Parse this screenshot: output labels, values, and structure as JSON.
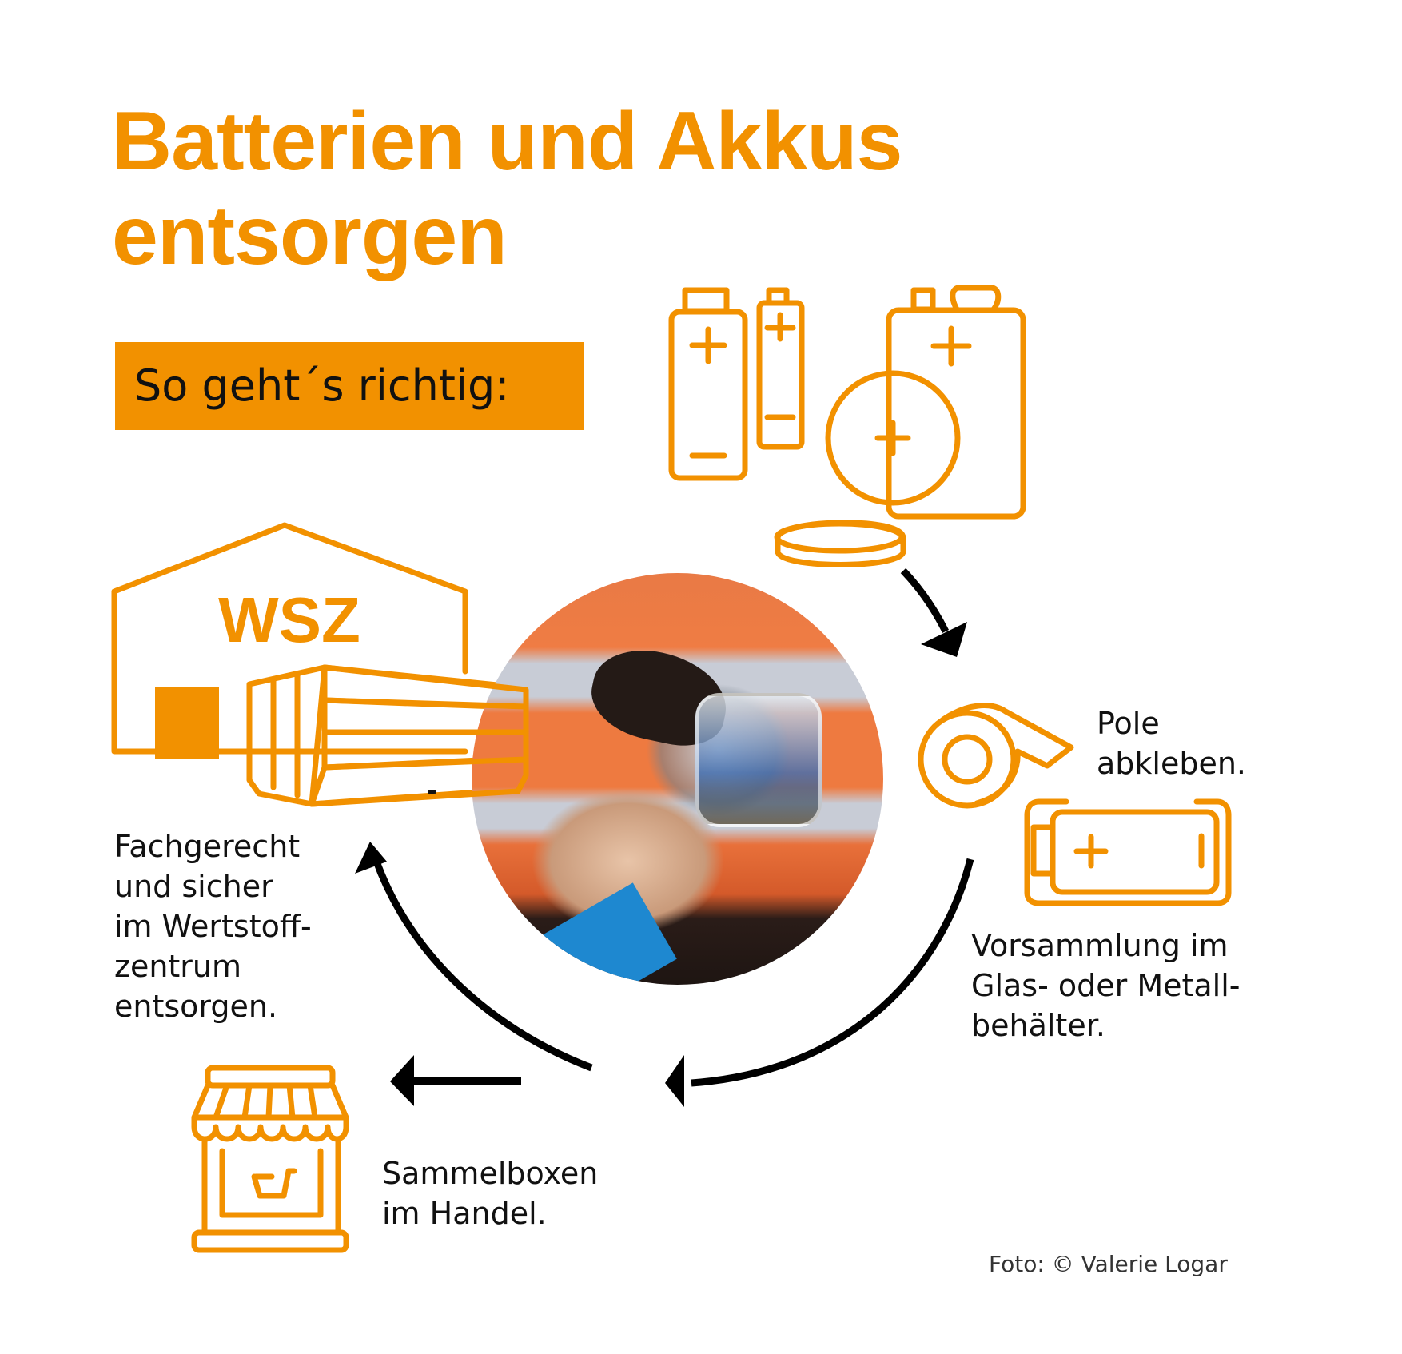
{
  "header": {
    "title_line1": "Batterien und Akkus",
    "title_line2": "entsorgen",
    "badge": "So geht´s richtig:"
  },
  "steps": {
    "tape": "Pole\nabkleben.",
    "container": "Vorsammlung im\nGlas- oder Metall-\nbehälter.",
    "shop": "Sammelboxen\nim Handel.",
    "wsz": "Fachgerecht\nund sicher\nim Wertstoff-\nzentrum\nentsorgen."
  },
  "icons": {
    "batteries": "batteries-icon",
    "tape": "tape-roll-icon",
    "battery_in_case": "battery-container-icon",
    "shop": "shop-cart-icon",
    "wsz": "recycling-center-icon",
    "wsz_label": "WSZ"
  },
  "photo": {
    "alt": "Hand holding a glass jar of used batteries next to worker in high-visibility vest"
  },
  "credit": "Foto: © Valerie Logar",
  "colors": {
    "accent": "#f29100",
    "text": "#111111",
    "arrow": "#000000"
  }
}
